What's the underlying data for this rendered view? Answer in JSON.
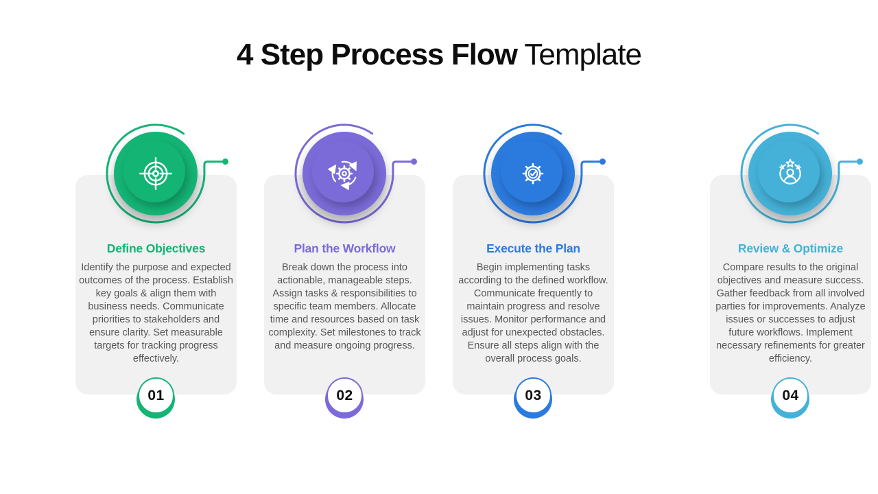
{
  "slide": {
    "title": {
      "bold": "4 Step Process Flow",
      "regular": "Template"
    },
    "background": "#ffffff",
    "card_background": "#f1f1f2"
  },
  "steps": [
    {
      "number": "01",
      "title": "Define Objectives",
      "description": "Identify the purpose and expected outcomes of the process. Establish key goals & align them with business needs. Communicate priorities to stakeholders and ensure clarity. Set measurable targets for tracking progress effectively.",
      "accent": "#14B475",
      "icon": "target-goal-icon"
    },
    {
      "number": "02",
      "title": "Plan the Workflow",
      "description": "Break down the process into actionable, manageable steps. Assign tasks & responsibilities to specific team members. Allocate time and resources based on task complexity. Set milestones to track and measure ongoing progress.",
      "accent": "#7A6BD8",
      "icon": "gear-cycle-icon"
    },
    {
      "number": "03",
      "title": "Execute the Plan",
      "description": "Begin implementing tasks according to the defined workflow. Communicate frequently to maintain progress and resolve issues. Monitor performance and adjust for unexpected obstacles. Ensure all steps align with the overall process goals.",
      "accent": "#2B7ADE",
      "icon": "gear-check-icon"
    },
    {
      "number": "04",
      "title": "Review & Optimize",
      "description": "Compare results to the original objectives and measure success. Gather feedback from all involved parties for improvements. Analyze issues or successes to adjust future workflows. Implement necessary refinements for greater efficiency.",
      "accent": "#45B1D8",
      "icon": "person-stars-icon"
    }
  ]
}
